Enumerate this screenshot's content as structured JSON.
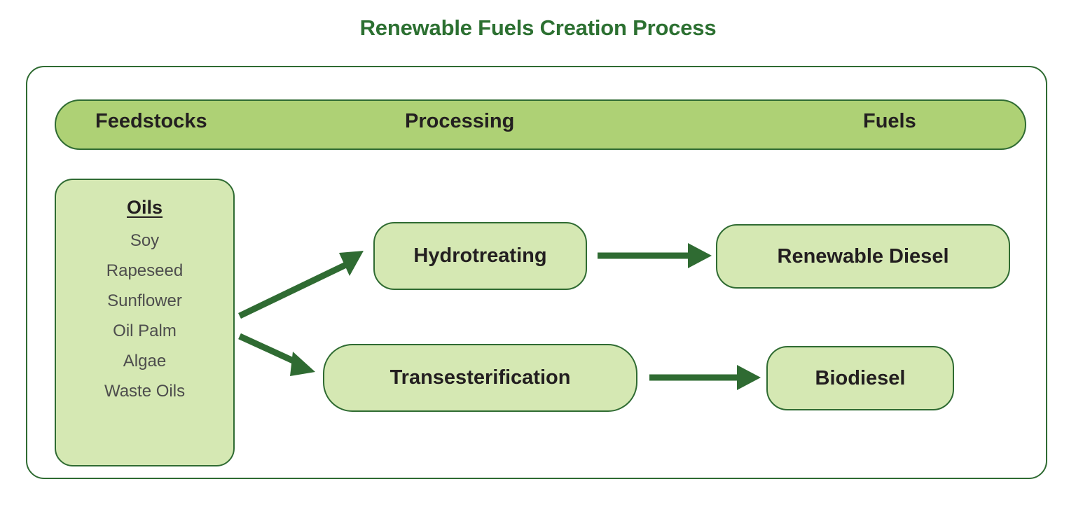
{
  "title": "Renewable Fuels Creation Process",
  "columns": {
    "feedstocks_label": "Feedstocks",
    "processing_label": "Processing",
    "fuels_label": "Fuels"
  },
  "feedstock_box": {
    "heading": "Oils ",
    "items": [
      "Soy",
      "Rapeseed",
      "Sunflower",
      "Oil Palm",
      "Algae",
      "Waste Oils"
    ]
  },
  "processing_nodes": [
    {
      "label": "Hydrotreating"
    },
    {
      "label": "Transesterification"
    }
  ],
  "fuel_nodes": [
    {
      "label": "Renewable Diesel"
    },
    {
      "label": "Biodiesel"
    }
  ],
  "flows": [
    {
      "from": "Oils",
      "to": "Hydrotreating"
    },
    {
      "from": "Oils",
      "to": "Transesterification"
    },
    {
      "from": "Hydrotreating",
      "to": "Renewable Diesel"
    },
    {
      "from": "Transesterification",
      "to": "Biodiesel"
    }
  ],
  "colors": {
    "title_green": "#2c7031",
    "border_green": "#2f6b32",
    "header_fill": "#aed175",
    "box_fill": "#d5e8b3",
    "arrow_green": "#2f6b32",
    "text_black": "#231f20",
    "list_gray": "#4d4d4d",
    "background": "#ffffff"
  }
}
